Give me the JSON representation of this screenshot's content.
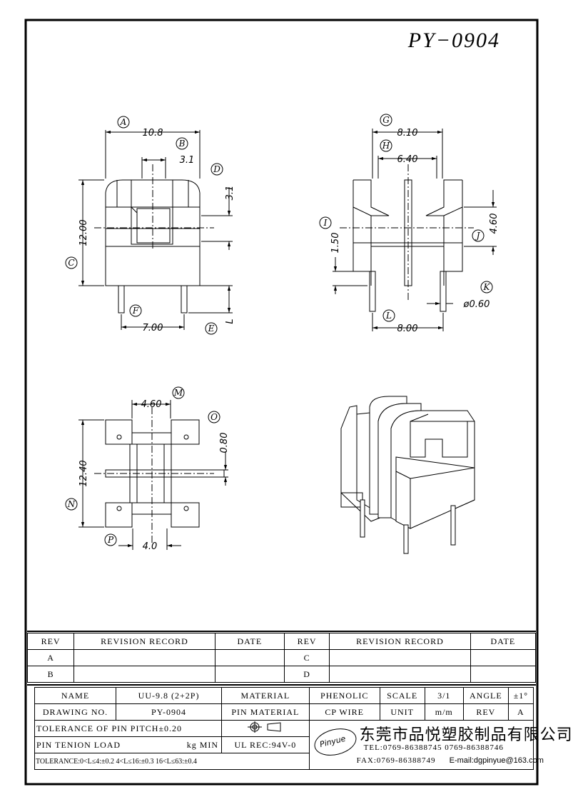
{
  "part_no": "PY−0904",
  "dims": {
    "A": "A",
    "B": "B",
    "C": "C",
    "D": "D",
    "E": "E",
    "F": "F",
    "G": "G",
    "H": "H",
    "I": "I",
    "J": "J",
    "K": "K",
    "L": "L",
    "M": "M",
    "N": "N",
    "O": "O",
    "P": "P",
    "a": "10.8",
    "b": "3.1",
    "c": "12.00",
    "d": "3.1",
    "e": "L",
    "f": "7.00",
    "g": "8.10",
    "h": "6.40",
    "i": "1.50",
    "j": "4.60",
    "k": "ø0.60",
    "l": "8.00",
    "m": "4.60",
    "n": "12.40",
    "o": "0.80",
    "p": "4.0"
  },
  "revision": {
    "rev_hdr": "REV",
    "rec_hdr": "REVISION RECORD",
    "date_hdr": "DATE",
    "r1": "A",
    "r2": "B",
    "r3": "C",
    "r4": "D"
  },
  "titleblock": {
    "name_lbl": "NAME",
    "name_val": "UU-9.8 (2+2P)",
    "mat_lbl": "MATERIAL",
    "mat_val": "PHENOLIC",
    "scale_lbl": "SCALE",
    "scale_val": "3/1",
    "angle_lbl": "ANGLE",
    "angle_val": "±1°",
    "dwg_lbl": "DRAWING NO.",
    "dwg_val": "PY-0904",
    "pinmat_lbl": "PIN MATERIAL",
    "pinmat_val": "CP WIRE",
    "unit_lbl": "UNIT",
    "unit_val": "m/m",
    "rev_lbl": "REV",
    "rev_val": "A",
    "tol_pitch": "TOLERANCE OF PIN PITCH±0.20",
    "tension": "PIN TENION LOAD",
    "tension_unit": "kg MIN",
    "ul": "UL REC:94V-0",
    "tol_line": "TOLERANCE:0<L≤4:±0.2  4<L≤16:±0.3  16<L≤63:±0.4",
    "company": "东莞市品悦塑胶制品有限公司",
    "tel": "TEL:0769-86388745  0769-86388746",
    "fax": "FAX:0769-86388749",
    "email": "E-mail:dgpinyue@163.com",
    "logo": "Pinyue"
  }
}
